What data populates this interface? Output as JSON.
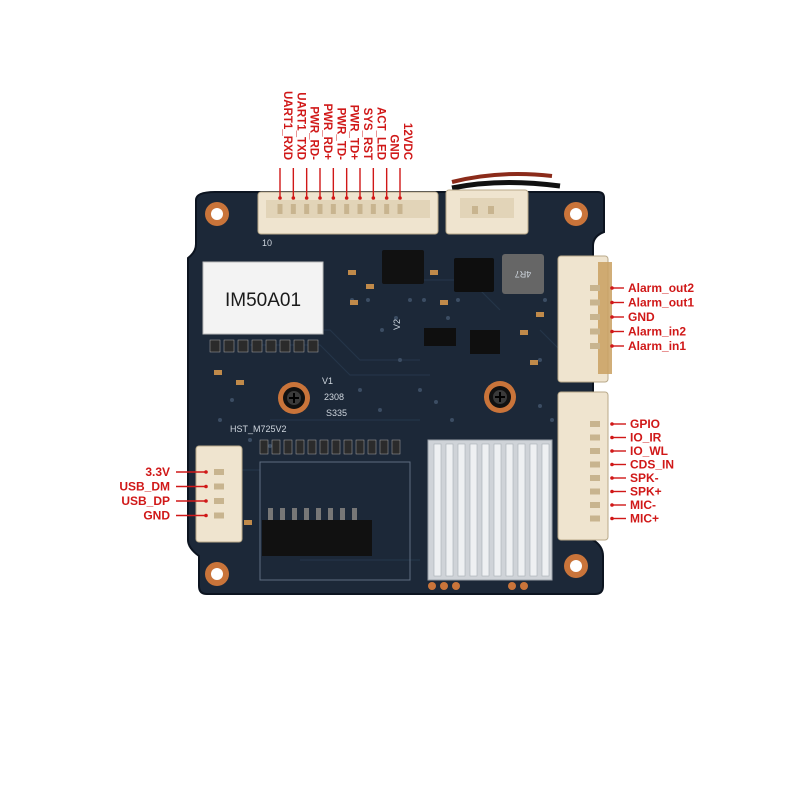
{
  "board": {
    "label_sticker": "IM50A01",
    "silkscreen": {
      "connector_pin_number": "10",
      "ic_marking": "4R7",
      "silk_a": "V1",
      "silk_b": "2308",
      "silk_c": "S335",
      "silk_d": "HST_M725V2",
      "silk_e": "V2"
    }
  },
  "top_connector": {
    "pins": [
      "UART1_RXD",
      "UART1_TXD",
      "PWR_RD-",
      "PWR_RD+",
      "PWR_TD-",
      "PWR_TD+",
      "SYS_RST",
      "ACT_LED",
      "GND",
      "12VDC"
    ]
  },
  "right_upper_connector": {
    "pins": [
      "Alarm_out2",
      "Alarm_out1",
      "GND",
      "Alarm_in2",
      "Alarm_in1"
    ]
  },
  "right_lower_connector": {
    "pins": [
      "GPIO",
      "IO_IR",
      "IO_WL",
      "CDS_IN",
      "SPK-",
      "SPK+",
      "MIC-",
      "MIC+"
    ]
  },
  "left_connector": {
    "pins": [
      "3.3V",
      "USB_DM",
      "USB_DP",
      "GND"
    ]
  },
  "colors": {
    "pcb": "#1c2838",
    "label_red": "#d01818",
    "copper_ring": "#c9743a",
    "connector": "#efe4cf",
    "heatsink": "#cfd3d8"
  }
}
